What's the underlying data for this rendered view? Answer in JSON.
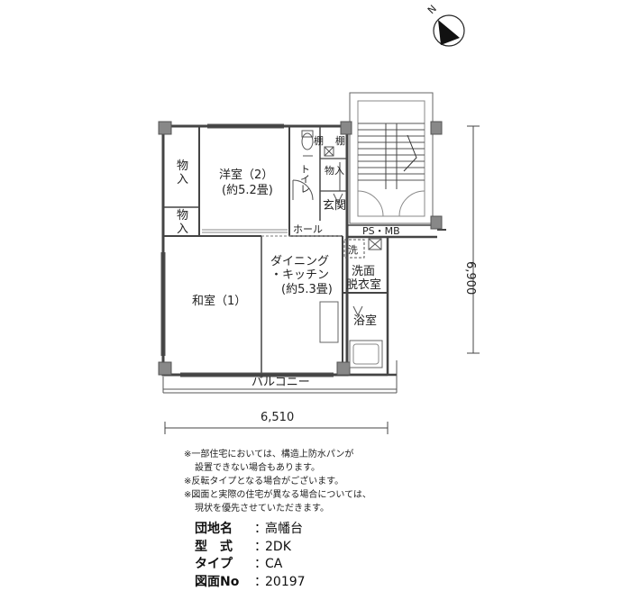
{
  "compass": {
    "label": "N"
  },
  "rooms": {
    "western_room": {
      "name": "洋室（2）",
      "size": "(約5.2畳)"
    },
    "japanese_room": {
      "name": "和室（1）"
    },
    "dining_kitchen": {
      "line1": "ダイニング",
      "line2": "・キッチン",
      "size": "(約5.3畳)"
    },
    "storage_upper": {
      "line1": "物",
      "line2": "入"
    },
    "storage_lower": {
      "line1": "物",
      "line2": "入"
    },
    "storage_entry": {
      "name": "物入"
    },
    "toilet": {
      "name": "トイレ"
    },
    "shelf1": {
      "name": "棚"
    },
    "shelf2": {
      "name": "棚"
    },
    "entrance": {
      "name": "玄関"
    },
    "hall": {
      "name": "ホール"
    },
    "ps_mb": {
      "name": "PS・MB"
    },
    "washer": {
      "name": "洗"
    },
    "washroom": {
      "line1": "洗面",
      "line2": "脱衣室"
    },
    "bath": {
      "name": "浴室"
    },
    "balcony": {
      "name": "バルコニー"
    }
  },
  "dimensions": {
    "width": "6,510",
    "depth": "6,900"
  },
  "notes": [
    "※一部住宅においては、構造上防水パンが",
    "設置できない場合もあります。",
    "※反転タイプとなる場合がございます。",
    "※図面と実際の住宅が異なる場合については、",
    "現状を優先させていただきます。"
  ],
  "meta": [
    {
      "key": "団地名",
      "value": "高幡台"
    },
    {
      "key": "型　式",
      "value": "2DK"
    },
    {
      "key": "タイプ",
      "value": "CA"
    },
    {
      "key": "図面No",
      "value": "20197"
    }
  ]
}
